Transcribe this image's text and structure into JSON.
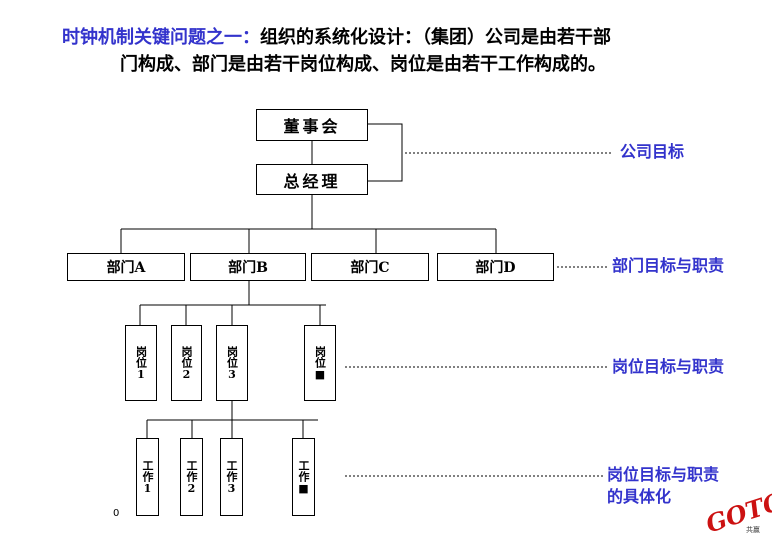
{
  "title": {
    "part1": "时钟机制关键问题之一：",
    "part2": "组织的系统化设计：（集团）公司是由若干部",
    "line2": "门构成、部门是由若干岗位构成、岗位是由若干工作构成的。"
  },
  "top": {
    "board": "董事会",
    "gm": "总经理"
  },
  "departments": [
    "部门A",
    "部门B",
    "部门C",
    "部门D"
  ],
  "positions": [
    "岗位1",
    "岗位2",
    "岗位3",
    "岗位■"
  ],
  "tasks": [
    "工作1",
    "工作2",
    "工作3",
    "工作■"
  ],
  "labels": {
    "company": "公司目标",
    "dept": "部门目标与职责",
    "position": "岗位目标与职责",
    "task_line1": "岗位目标与职责",
    "task_line2": "的具体化"
  },
  "page_number": "0",
  "logo": {
    "mark": "GOTO",
    "caption": "共赢"
  },
  "colors": {
    "title_accent": "#3333cc",
    "label": "#3333cc",
    "logo": "#cc1111"
  }
}
